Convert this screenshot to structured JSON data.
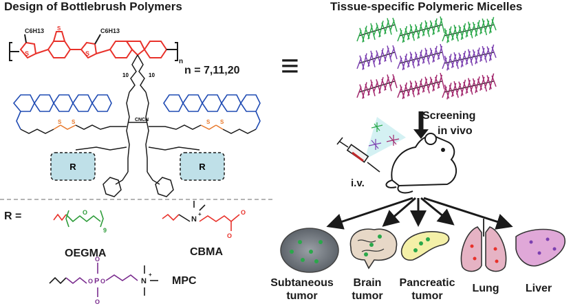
{
  "left_title": "Design of Bottlebrush Polymers",
  "right_title": "Tissue-specific Polymeric Micelles",
  "polymer": {
    "alkyl_label": "C6H13",
    "repeat_subscript": "n",
    "n_values": "n = 7,11,20",
    "spacer_label": "10",
    "cyano": "CN",
    "sulfur": "S",
    "R_box": "R"
  },
  "equivalence_symbol": "≡",
  "screening_label_line1": "Screening",
  "screening_label_line2": "in vivo",
  "injection_label": "i.v.",
  "R_definition": "R =",
  "side_chains": [
    {
      "name": "OEGMA",
      "repeat": "9"
    },
    {
      "name": "CBMA"
    },
    {
      "name": "MPC"
    }
  ],
  "targets": [
    {
      "line1": "Subtaneous",
      "line2": "tumor"
    },
    {
      "line1": "Brain",
      "line2": "tumor"
    },
    {
      "line1": "Pancreatic",
      "line2": "tumor"
    },
    {
      "line1": "Lung",
      "line2": ""
    },
    {
      "line1": "Liver",
      "line2": ""
    }
  ],
  "colors": {
    "backbone_red": "#e8312a",
    "drug_blue": "#1f4bb3",
    "linker_orange": "#e8782a",
    "oegma_green": "#2e9c3a",
    "cbma_red": "#e8312a",
    "mpc_purple": "#7a2c8e",
    "micelle_green": "#2aa84a",
    "micelle_purple": "#7b3fb0",
    "micelle_magenta": "#a3286e",
    "box_fill": "#bfe0e8"
  }
}
